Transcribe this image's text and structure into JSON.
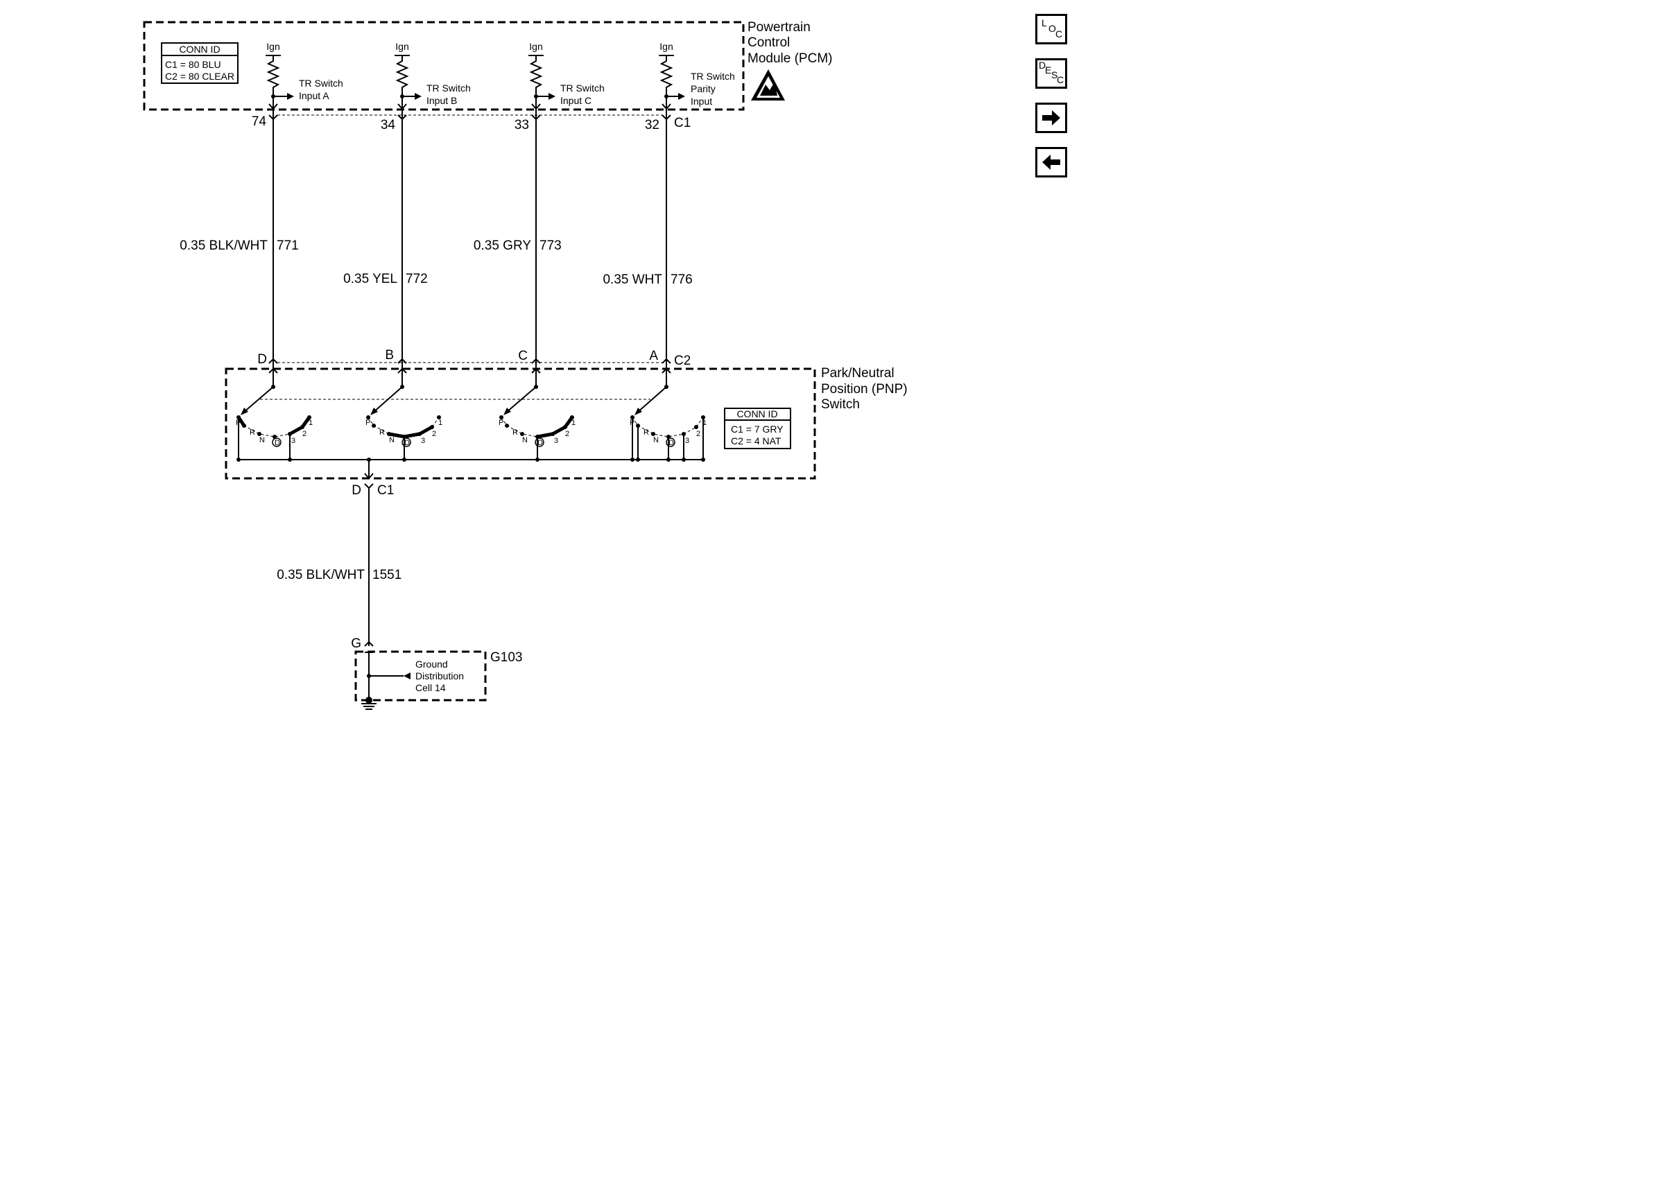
{
  "pcm": {
    "title_lines": [
      "Powertrain",
      "Control",
      "Module (PCM)"
    ],
    "conn_id": {
      "header": "CONN ID",
      "lines": [
        "C1 = 80 BLU",
        "C2 = 80 CLEAR"
      ]
    },
    "connector_label": "C1",
    "inputs": [
      {
        "ign": "Ign",
        "label_lines": [
          "TR Switch",
          "Input A"
        ],
        "pin": "74"
      },
      {
        "ign": "Ign",
        "label_lines": [
          "TR Switch",
          "Input B"
        ],
        "pin": "34"
      },
      {
        "ign": "Ign",
        "label_lines": [
          "TR Switch",
          "Input C"
        ],
        "pin": "33"
      },
      {
        "ign": "Ign",
        "label_lines": [
          "TR Switch",
          "Parity",
          "Input"
        ],
        "pin": "32"
      }
    ]
  },
  "wires": [
    {
      "spec": "0.35 BLK/WHT",
      "circuit": "771"
    },
    {
      "spec": "0.35 YEL",
      "circuit": "772"
    },
    {
      "spec": "0.35 GRY",
      "circuit": "773"
    },
    {
      "spec": "0.35 WHT",
      "circuit": "776"
    }
  ],
  "pnp": {
    "title_lines": [
      "Park/Neutral",
      "Position (PNP)",
      "Switch"
    ],
    "connector_label": "C2",
    "pins": [
      "D",
      "B",
      "C",
      "A"
    ],
    "conn_id": {
      "header": "CONN ID",
      "lines": [
        "C1 = 7 GRY",
        "C2 = 4 NAT"
      ]
    },
    "positions": [
      "P",
      "R",
      "N",
      "D",
      "3",
      "2",
      "1"
    ],
    "ground_pin": "D",
    "ground_connector": "C1"
  },
  "ground_wire": {
    "spec": "0.35 BLK/WHT",
    "circuit": "1551"
  },
  "ground": {
    "pin": "G",
    "id": "G103",
    "ref_lines": [
      "Ground",
      "Distribution",
      "Cell 14"
    ]
  },
  "nav": {
    "loc": [
      "L",
      "O",
      "C"
    ],
    "desc": [
      "D",
      "E",
      "S",
      "C"
    ]
  }
}
